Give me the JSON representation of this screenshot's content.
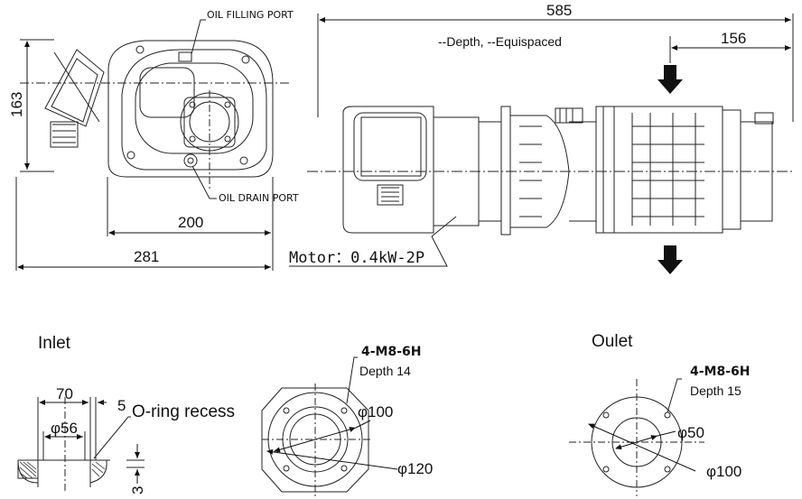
{
  "side_view": {
    "dim_height": "163",
    "dim_width_inner": "200",
    "dim_width_outer": "281",
    "oil_filling_port": "OIL FILLING PORT",
    "oil_drain_port": "OIL DRAIN PORT"
  },
  "front_view": {
    "dim_total": "585",
    "dim_head": "156",
    "note": "--Depth, --Equispaced",
    "motor_label": "Motor：0.4kW-2P"
  },
  "inlet": {
    "title": "Inlet",
    "dim_70": "70",
    "dim_5": "5",
    "dim_56": "φ56",
    "oring": "O-ring recess",
    "dim_3": "3",
    "thread": "4-M8-6H",
    "depth_label": "Depth 14",
    "dia_100": "φ100",
    "dia_120": "φ120"
  },
  "outlet": {
    "title": "Oulet",
    "thread": "4-M8-6H",
    "depth_label": "Depth 15",
    "dia_50": "φ50",
    "dia_100": "φ100"
  }
}
